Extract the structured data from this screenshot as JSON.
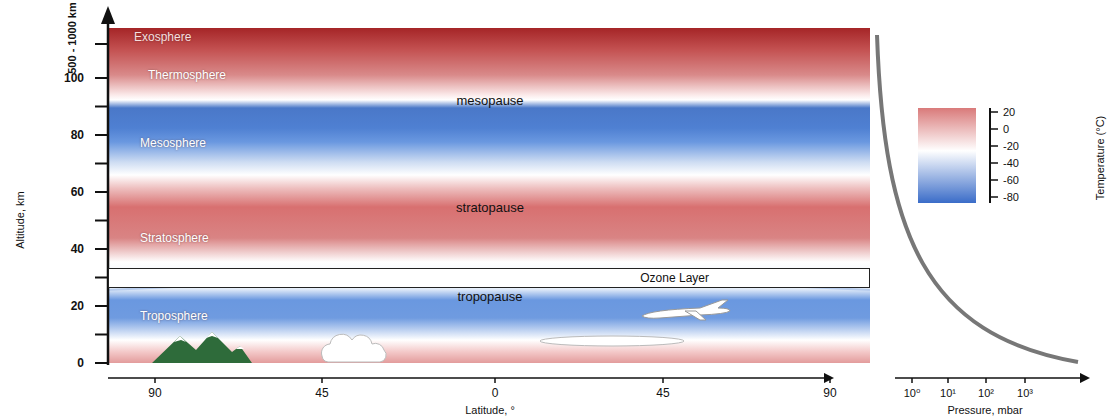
{
  "diagram": {
    "nodes": [
      {
        "text": [
          "Exosphere"
        ]
      },
      {
        "text": [
          "Thermosphere"
        ]
      },
      {
        "text": [
          "Mesosphere"
        ]
      },
      {
        "text": [
          "Stratosphere"
        ]
      },
      {
        "text": [
          "Ozone Layer"
        ]
      },
      {
        "text": [
          "Troposphere"
        ]
      }
    ],
    "labels": [
      "500 - 1000 km",
      "100",
      "80",
      "60",
      "40",
      "20",
      "0",
      "Altitude, km",
      "mesopause",
      "stratopause",
      "tropopause",
      "90",
      "45",
      "0",
      "45",
      "90",
      "Latitude, °",
      "10⁰",
      "10¹",
      "10²",
      "10³",
      "Pressure, mbar",
      "20",
      "0",
      "-20",
      "-40",
      "-60",
      "-80",
      "Temperature (°C)"
    ]
  }
}
